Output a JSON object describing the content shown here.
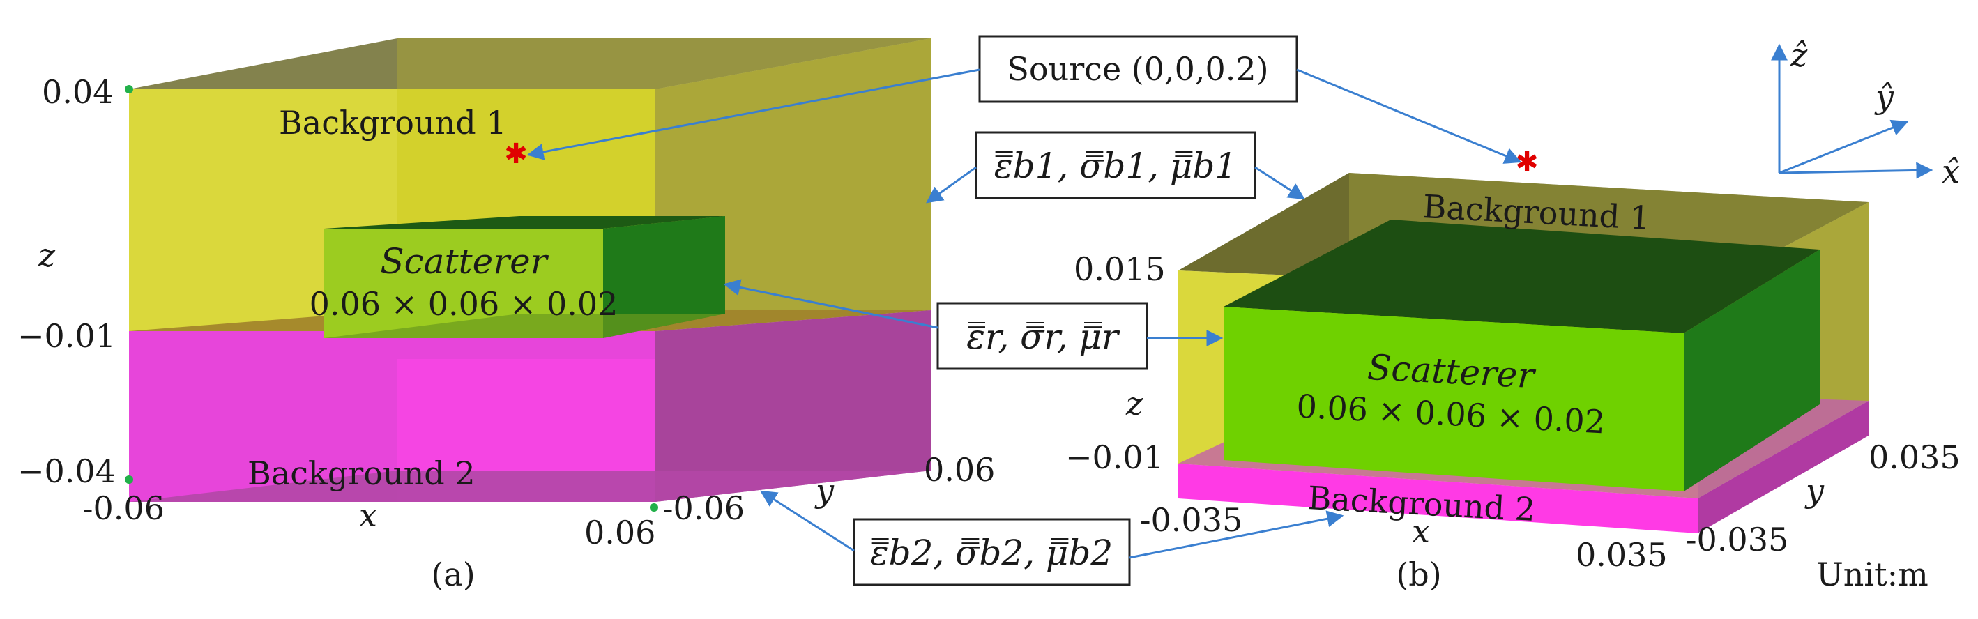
{
  "source_label": "Source (0,0,0.2)",
  "unit_label": "Unit:m",
  "panel_a": {
    "caption": "(a)",
    "background_top": "Background 1",
    "background_bottom": "Background 2",
    "scatterer_name": "Scatterer",
    "scatterer_dims": "0.06 × 0.06 × 0.02",
    "z_axis": "z",
    "x_axis": "x",
    "y_axis": "y",
    "z_ticks": [
      "0.04",
      "−0.01",
      "−0.04"
    ],
    "x_ticks": [
      "-0.06",
      "0.06"
    ],
    "y_ticks": [
      "-0.06",
      "0.06"
    ]
  },
  "panel_b": {
    "caption": "(b)",
    "background_top": "Background 1",
    "background_bottom": "Background 2",
    "scatterer_name": "Scatterer",
    "scatterer_dims": "0.06 × 0.06 × 0.02",
    "z_axis": "z",
    "x_axis": "x",
    "y_axis": "y",
    "z_ticks": [
      "0.015",
      "−0.01"
    ],
    "x_ticks": [
      "-0.035",
      "0.035"
    ],
    "y_ticks": [
      "-0.035",
      "0.035"
    ]
  },
  "material_labels": {
    "b1": "ε̿b1, σ̿b1, μ̿b1",
    "r": "ε̿r, σ̿r, μ̿r",
    "b2": "ε̿b2, σ̿b2, μ̿b2"
  },
  "axis_triad": {
    "z": "ẑ",
    "y": "ŷ",
    "x": "x̂"
  },
  "colors": {
    "background_1": "#c8c400",
    "background_2": "#ff2fe0",
    "scatterer": "#4ec400",
    "arrow": "#3a7fd0",
    "source_marker": "#e00000",
    "corner_marker": "#22b04a"
  }
}
